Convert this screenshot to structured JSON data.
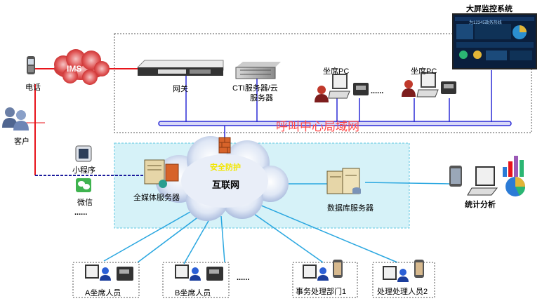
{
  "title": "大屏监控系统",
  "monitor_banner": "为12345政务热线",
  "lan_label": "呼叫中心局域网",
  "internet_label": "互联网",
  "security_label": "安全防护",
  "nodes": {
    "ims": "IMS",
    "phone": "电话",
    "customer": "客户",
    "gateway": "网关",
    "cti_line1": "CTI服务器/云",
    "cti_line2": "服务器",
    "seat_pc_1": "坐席PC",
    "seat_pc_2": "坐席PC",
    "lan_ellipsis": "......",
    "mini_program": "小程序",
    "wechat": "微信",
    "channel_ellipsis": "......",
    "media_server": "全媒体服务器",
    "db_server": "数据库服务器",
    "stats": "统计分析",
    "seat_a": "A坐席人员",
    "seat_b": "B坐席人员",
    "remote_ellipsis": "......",
    "dept": "事务处理部门1",
    "handler": "处理处理人员2"
  },
  "colors": {
    "red_link": "#e8141b",
    "blue_link": "#1b1b9c",
    "bus": "#2b2bd6",
    "cyan_link": "#2aa7e0",
    "zone_fill": "#d6f2f8",
    "zone_border": "#5fc7e0",
    "cloud": "#b8c7e4",
    "lan_text": "#ff4a4a"
  }
}
